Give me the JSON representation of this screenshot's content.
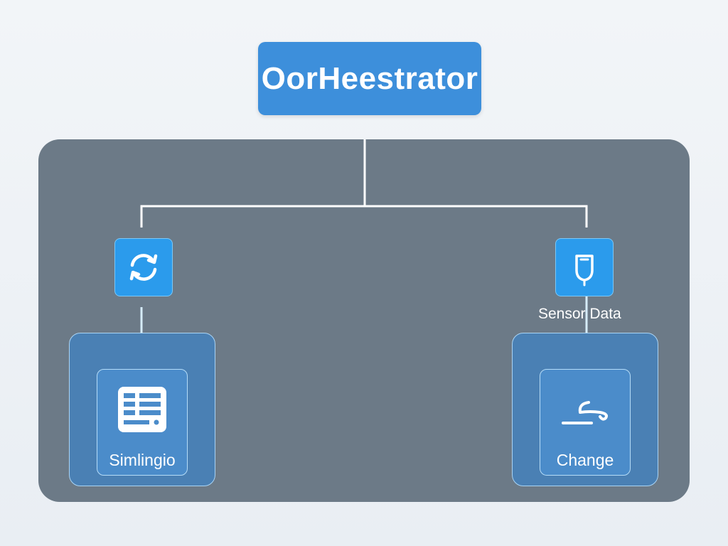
{
  "orchestrator": {
    "label": "OorHeestrator"
  },
  "left_branch": {
    "icon": "sync-icon",
    "card": {
      "icon": "server-icon",
      "label": "Simlingio"
    }
  },
  "right_branch": {
    "icon": "sensor-device-icon",
    "tag": "Sensor Data",
    "card": {
      "icon": "wave-icon",
      "label": "Change"
    }
  },
  "colors": {
    "accent": "#3d8fdb",
    "panel": "#6c7a87",
    "icon_tile": "#2b9bec",
    "card": "#4a80b4",
    "connector": "#ffffff"
  }
}
